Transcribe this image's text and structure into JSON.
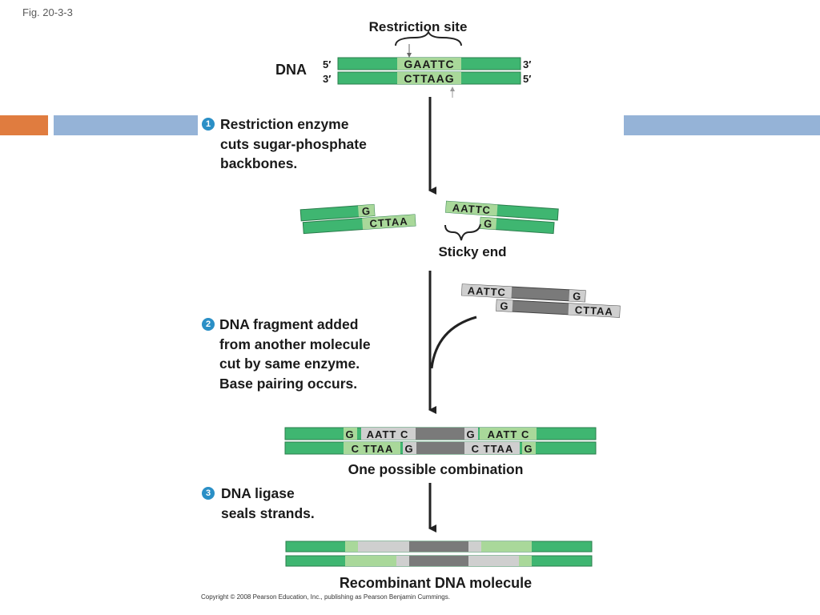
{
  "figure_label": "Fig. 20-3-3",
  "colors": {
    "dna_green": "#3fb671",
    "site_light_green": "#a9d89a",
    "fragment_gray": "#7a7a7a",
    "fragment_light_gray": "#cfcfcf",
    "accent_orange": "#e07c3f",
    "accent_blue": "#95b3d7",
    "step_badge_blue": "#2a8fc6"
  },
  "top": {
    "restriction_site_label": "Restriction site",
    "dna_label": "DNA",
    "top_strand": {
      "left_end": "5′",
      "sequence": "GAATTC",
      "right_end": "3′"
    },
    "bottom_strand": {
      "left_end": "3′",
      "sequence": "CTTAAG",
      "right_end": "5′"
    }
  },
  "step1": {
    "number": "1",
    "lines": [
      "Restriction enzyme",
      "cuts sugar-phosphate",
      "backbones."
    ]
  },
  "cut_fragments": {
    "left_top": "G",
    "left_bottom": "CTTAA",
    "right_top": "AATTC",
    "right_bottom": "G",
    "sticky_end_label": "Sticky end"
  },
  "foreign_fragment": {
    "top_left": "AATTC",
    "top_right": "G",
    "bottom_left": "G",
    "bottom_right": "CTTAA"
  },
  "step2": {
    "number": "2",
    "lines": [
      "DNA fragment added",
      "from another molecule",
      "cut by same enzyme.",
      "Base pairing occurs."
    ]
  },
  "combination": {
    "top": [
      "G",
      "AATT C",
      "G",
      "AATT C"
    ],
    "bottom": [
      "C TTAA",
      "G",
      "C TTAA",
      "G"
    ],
    "label": "One possible combination"
  },
  "step3": {
    "number": "3",
    "lines": [
      "DNA ligase",
      "seals strands."
    ]
  },
  "recombinant_label": "Recombinant DNA molecule",
  "copyright": "Copyright © 2008 Pearson Education, Inc., publishing as Pearson Benjamin Cummings."
}
